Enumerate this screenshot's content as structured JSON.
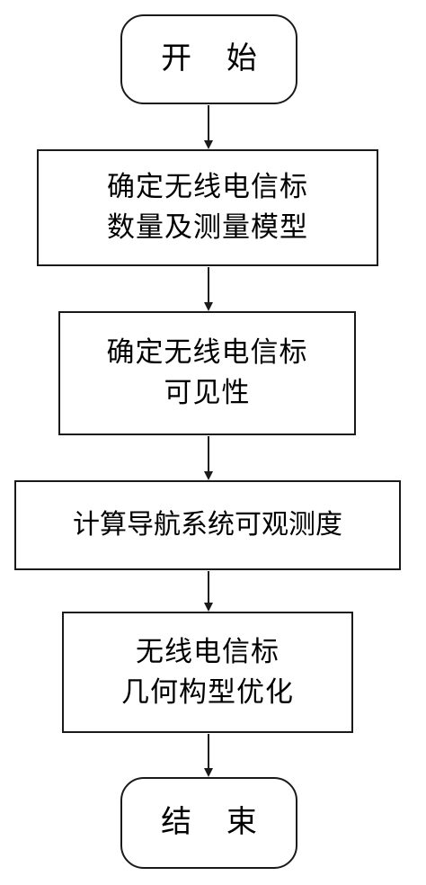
{
  "flowchart": {
    "start": "开 始",
    "step1": {
      "line1": "确定无线电信标",
      "line2": "数量及测量模型"
    },
    "step2": {
      "line1": "确定无线电信标",
      "line2": "可见性"
    },
    "step3": {
      "line1": "计算导航系统可观测度"
    },
    "step4": {
      "line1": "无线电信标",
      "line2": "几何构型优化"
    },
    "end": "结 束"
  }
}
